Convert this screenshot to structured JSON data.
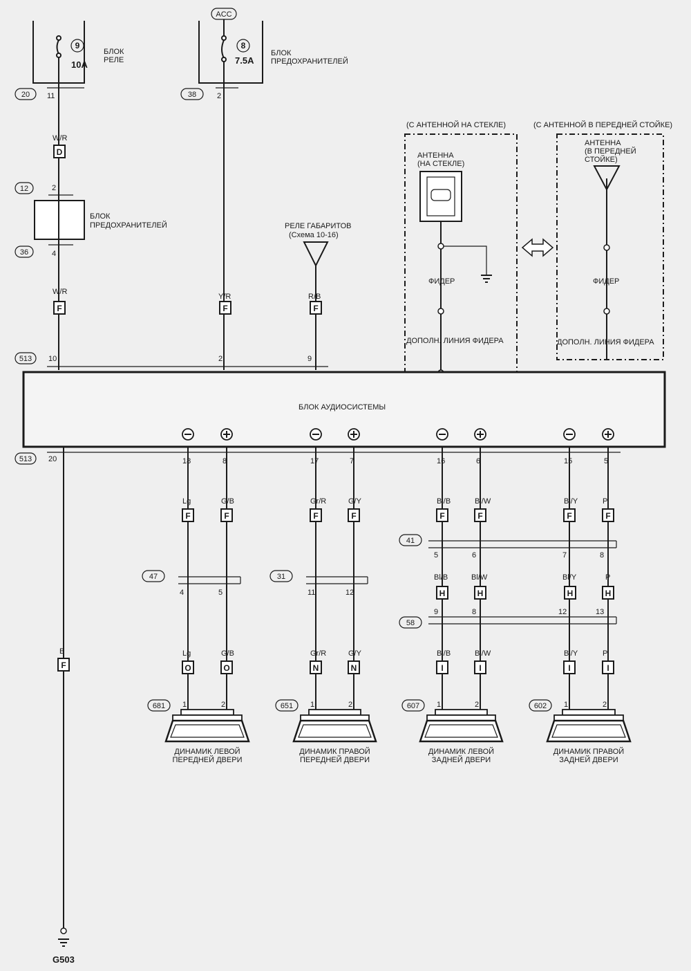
{
  "top": {
    "relay_block": {
      "fuse_no": "9",
      "rating": "10A",
      "label1": "БЛОК",
      "label2": "РЕЛЕ",
      "connector": "20",
      "pin": "11"
    },
    "fuse_block": {
      "acc": "ACC",
      "fuse_no": "8",
      "rating": "7.5A",
      "label1": "БЛОК",
      "label2": "ПРЕДОХРАНИТЕЛЕЙ",
      "connector": "38",
      "pin": "2"
    },
    "wire_wr_top": "W/R",
    "conn_d": "D",
    "fuse_block2": {
      "connector_top": "12",
      "pin_top": "2",
      "label1": "БЛОК",
      "label2": "ПРЕДОХРАНИТЕЛЕЙ",
      "connector_bottom": "36",
      "pin_bottom": "4"
    },
    "wire_wr": "W/R",
    "wire_yr": "Y/R",
    "wire_rb": "R/B",
    "conn_f": "F",
    "parking_relay": {
      "line1": "РЕЛЕ ГАБАРИТОВ",
      "line2": "(Схема 10-16)"
    }
  },
  "antenna": {
    "glass_title": "(С АНТЕННОЙ НА СТЕКЛЕ)",
    "glass_label1": "АНТЕННА",
    "glass_label2": "(НА СТЕКЛЕ)",
    "pillar_title": "(С АНТЕННОЙ В ПЕРЕДНЕЙ СТОЙКЕ)",
    "pillar_label1": "АНТЕННА",
    "pillar_label2": "(В ПЕРЕДНЕЙ",
    "pillar_label3": "СТОЙКЕ)",
    "feeder": "ФИДЕР",
    "extra_feeder": "ДОПОЛН. ЛИНИЯ ФИДЕРА"
  },
  "audio": {
    "label": "БЛОК АУДИОСИСТЕМЫ",
    "connector": "513",
    "pins_top": [
      "10",
      "2",
      "9"
    ],
    "ground_pin": "20",
    "minus": "−",
    "plus": "+"
  },
  "channels": [
    {
      "pins": [
        "18",
        "8"
      ],
      "wires": [
        "Lg",
        "G/B"
      ],
      "conn_mid": "47",
      "mid_pins": [
        "4",
        "5"
      ],
      "bottom_wires": [
        "Lg",
        "G/B"
      ],
      "bottom_letter": "O",
      "speaker_conn": "681",
      "spk_pins": [
        "1",
        "2"
      ],
      "name1": "ДИНАМИК ЛЕВОЙ",
      "name2": "ПЕРЕДНЕЙ ДВЕРИ"
    },
    {
      "pins": [
        "17",
        "7"
      ],
      "wires": [
        "Gr/R",
        "G/Y"
      ],
      "conn_mid": "31",
      "mid_pins": [
        "11",
        "12"
      ],
      "bottom_wires": [
        "Gr/R",
        "G/Y"
      ],
      "bottom_letter": "N",
      "speaker_conn": "651",
      "spk_pins": [
        "1",
        "2"
      ],
      "name1": "ДИНАМИК ПРАВОЙ",
      "name2": "ПЕРЕДНЕЙ ДВЕРИ"
    },
    {
      "pins": [
        "16",
        "6"
      ],
      "wires": [
        "Bl/B",
        "Bl/W"
      ],
      "speaker_conn": "607",
      "spk_pins": [
        "1",
        "2"
      ],
      "bottom_wires": [
        "Bl/B",
        "Bl/W"
      ],
      "bottom_letter": "I",
      "name1": "ДИНАМИК ЛЕВОЙ",
      "name2": "ЗАДНЕЙ ДВЕРИ"
    },
    {
      "pins": [
        "15",
        "5"
      ],
      "wires": [
        "Bl/Y",
        "P"
      ],
      "speaker_conn": "602",
      "spk_pins": [
        "1",
        "2"
      ],
      "bottom_wires": [
        "Bl/Y",
        "P"
      ],
      "bottom_letter": "I",
      "name1": "ДИНАМИК ПРАВОЙ",
      "name2": "ЗАДНЕЙ ДВЕРИ"
    }
  ],
  "rear": {
    "conn41": "41",
    "conn41_pins": [
      "5",
      "6",
      "7",
      "8"
    ],
    "mid_wires": [
      "Bl/B",
      "Bl/W",
      "Bl/Y",
      "P"
    ],
    "conn_h": "H",
    "conn58": "58",
    "conn58_pins": [
      "9",
      "8",
      "12",
      "13"
    ]
  },
  "ground": {
    "wire": "B",
    "conn": "F",
    "name": "G503"
  }
}
